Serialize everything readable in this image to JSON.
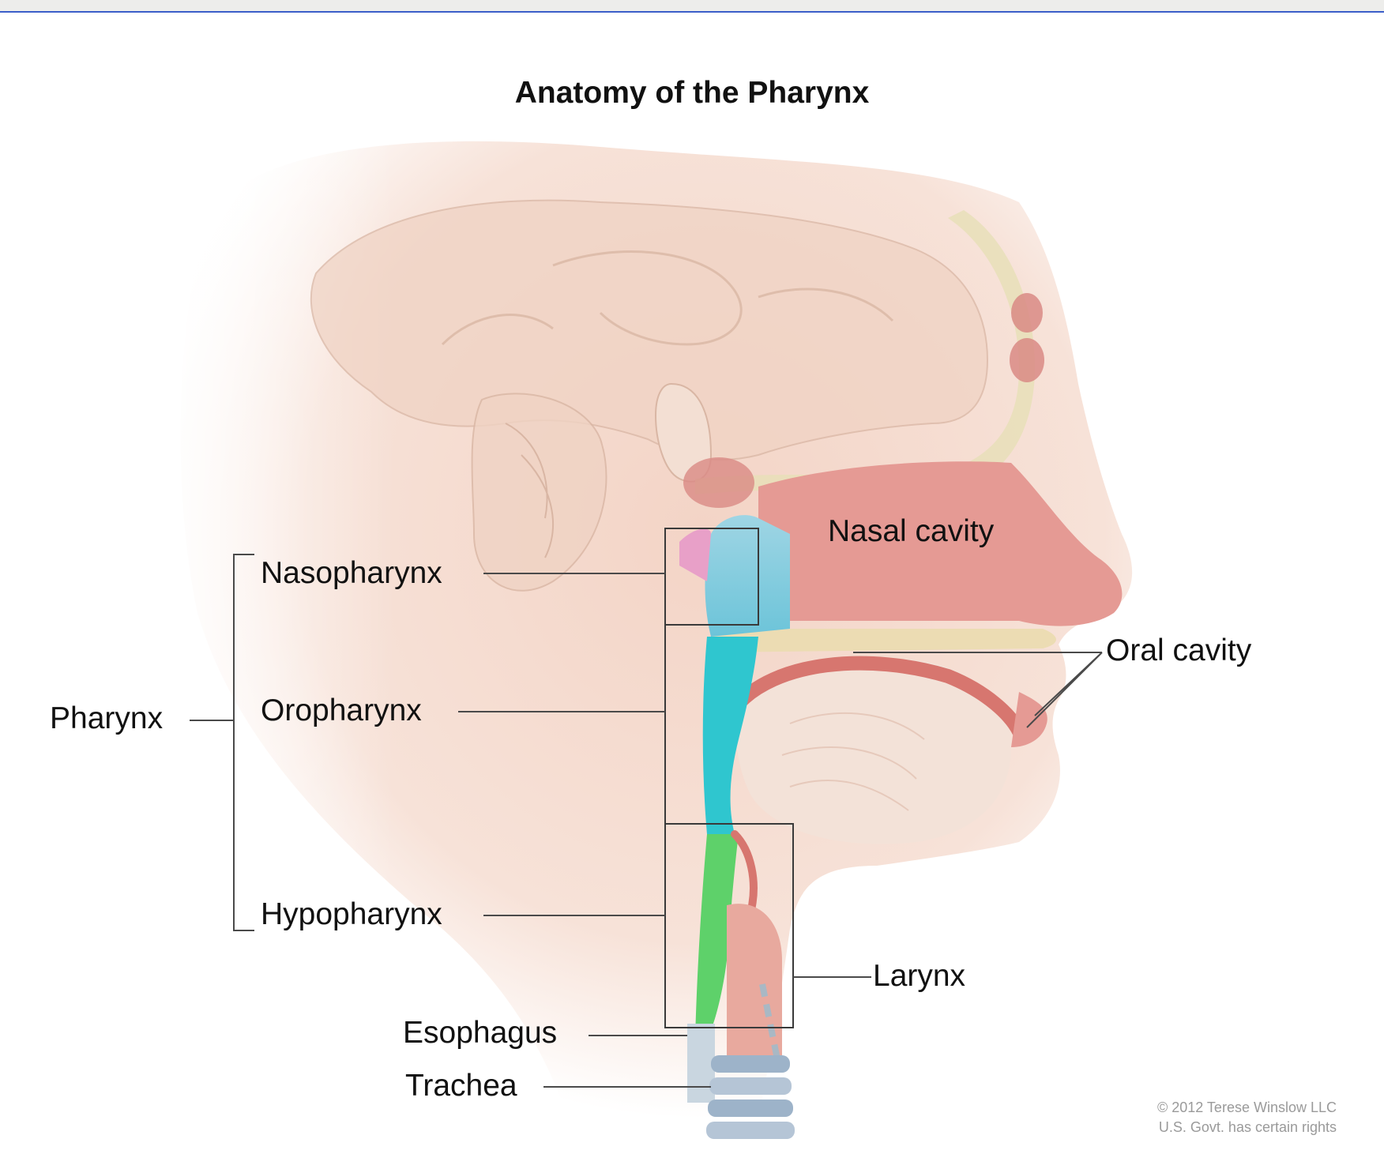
{
  "title": "Anatomy of the Pharynx",
  "labels": {
    "pharynx": "Pharynx",
    "nasopharynx": "Nasopharynx",
    "oropharynx": "Oropharynx",
    "hypopharynx": "Hypopharynx",
    "esophagus": "Esophagus",
    "trachea": "Trachea",
    "nasal_cavity": "Nasal cavity",
    "oral_cavity": "Oral cavity",
    "larynx": "Larynx"
  },
  "credit": {
    "line1": "© 2012 Terese Winslow LLC",
    "line2": "U.S. Govt. has certain rights"
  },
  "colors": {
    "skin": "#f6ddd2",
    "nasal_cavity": "#e59a94",
    "nasopharynx_highlight": "#8fcfe0",
    "oropharynx_highlight": "#2fc6cf",
    "hypopharynx_highlight": "#5ed16a",
    "leader_lines": "#4a4a4a",
    "header_rule": "#3b5ec9"
  }
}
